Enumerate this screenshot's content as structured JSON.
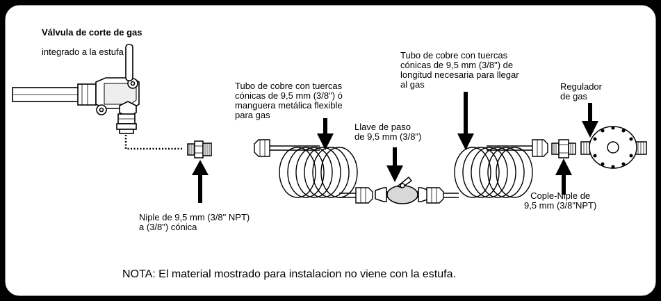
{
  "labels": {
    "valve_title": "Válvula de corte de gas",
    "valve_subtitle": "integrado a la estufa",
    "nipple": "Niple de 9,5 mm (3/8\" NPT)\na (3/8\") cónica",
    "tube_left": "Tubo de cobre con tuercas\ncónicas de 9,5 mm (3/8\") ó\nmanguera metálica flexible\npara gas",
    "shutoff": "Llave de paso\nde 9,5 mm (3/8\")",
    "tube_right": "Tubo de cobre con tuercas\ncónicas de 9,5 mm (3/8\") de\nlongitud necesaria para llegar\nal gas",
    "regulator": "Regulador\nde gas",
    "coupling": "Cople-Niple de\n9,5 mm (3/8\"NPT)"
  },
  "note": "NOTA: El material mostrado para instalacion no viene con la estufa.",
  "colors": {
    "background": "#000000",
    "panel": "#ffffff",
    "ink": "#000000",
    "fill_gray": "#d8d8d8"
  },
  "components": [
    "gas-shutoff-valve",
    "pipe-nipple",
    "coiled-copper-tube-left",
    "manual-shutoff-valve",
    "coiled-copper-tube-right",
    "coupling-nipple",
    "gas-regulator"
  ]
}
